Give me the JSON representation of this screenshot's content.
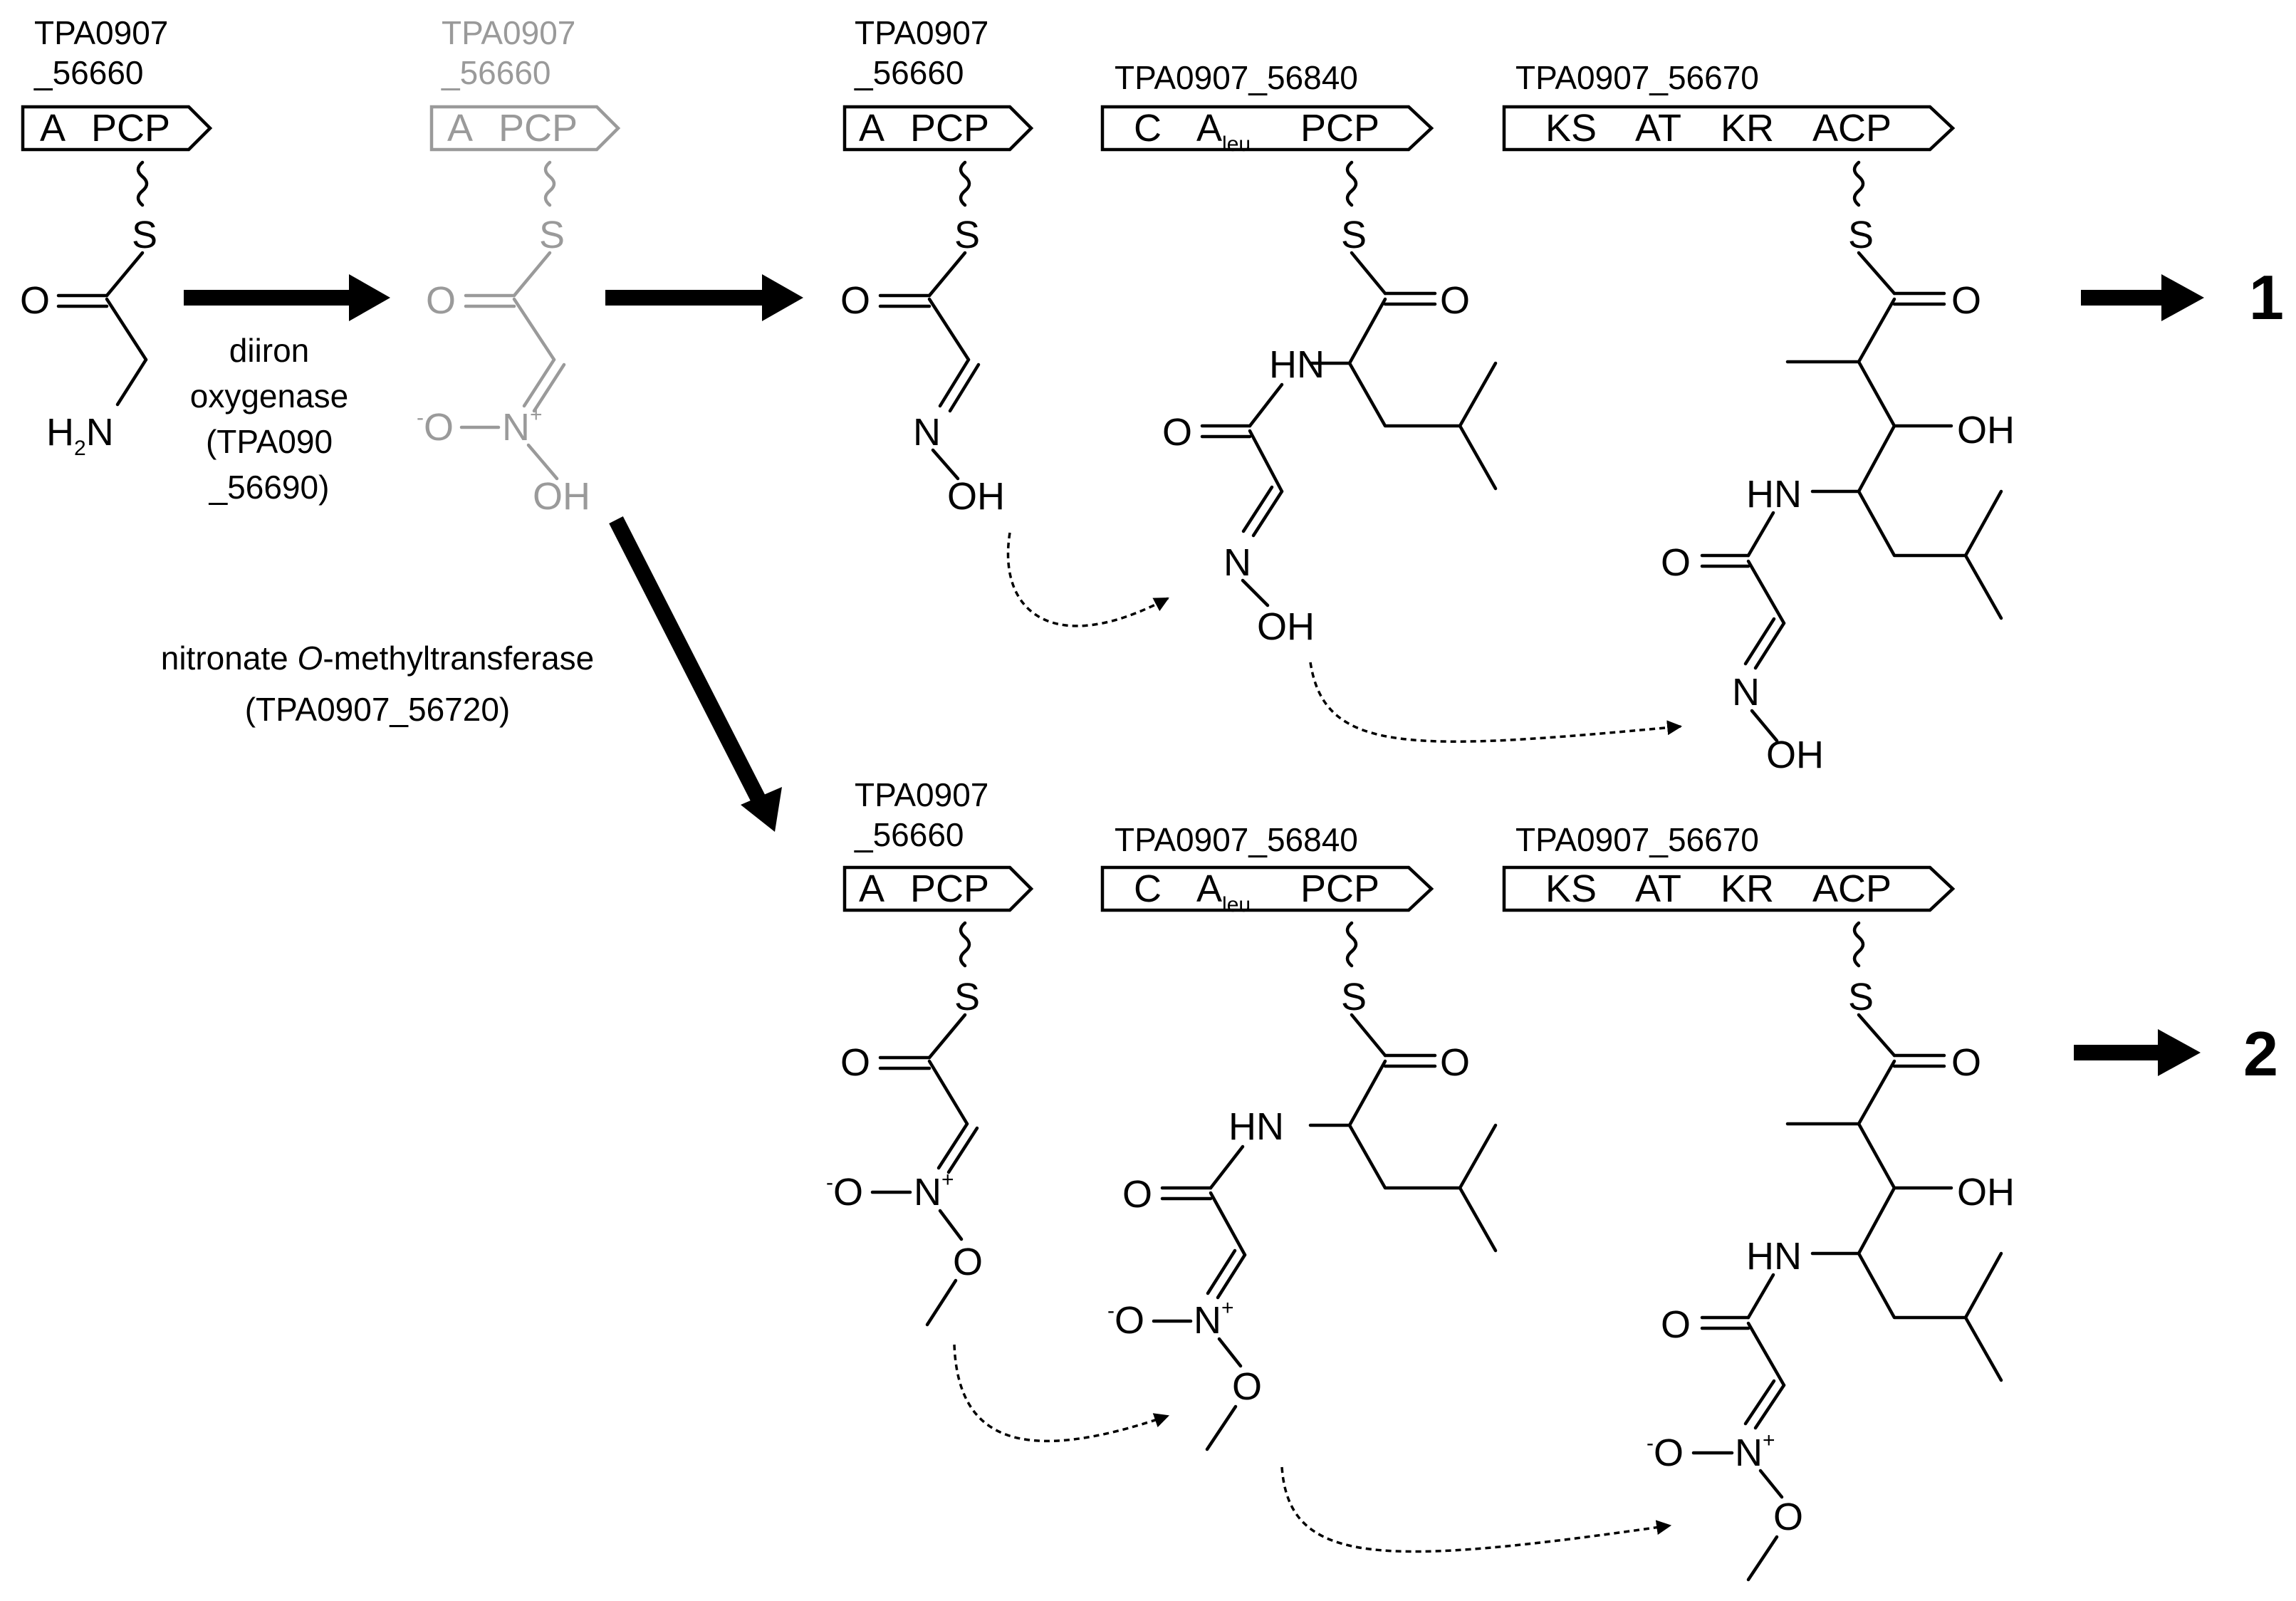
{
  "gene_labels": {
    "a_pcp_line1": "TPA0907",
    "a_pcp_line2": "_56660",
    "c_a_pcp": "TPA0907_56840",
    "pks": "TPA0907_56670"
  },
  "domains": {
    "a": "A",
    "pcp": "PCP",
    "c": "C",
    "a_main": "A",
    "a_sub": "leu",
    "ks": "KS",
    "at": "AT",
    "kr": "KR",
    "acp": "ACP"
  },
  "atoms": {
    "s": "S",
    "o": "O",
    "n": "N",
    "oh": "OH",
    "hn": "HN",
    "h2n_h": "H",
    "h2n_sub": "2",
    "h2n_n": "N",
    "o_minus_charge": "-",
    "o_minus_o": "O",
    "n_plus_n": "N",
    "n_plus_charge": "+"
  },
  "enzymes": {
    "diiron_line1": "diiron",
    "diiron_line2": "oxygenase",
    "diiron_line3": "(TPA090",
    "diiron_line4": "_56690)",
    "nmt_pre": "nitronate ",
    "nmt_italic": "O",
    "nmt_post": "-methyltransferase",
    "nmt_line2": "(TPA0907_56720)"
  },
  "products": {
    "p1": "1",
    "p2": "2"
  },
  "colors": {
    "black": "#000000",
    "grey_intermediate": "#9a9a9a",
    "background": "#ffffff"
  }
}
